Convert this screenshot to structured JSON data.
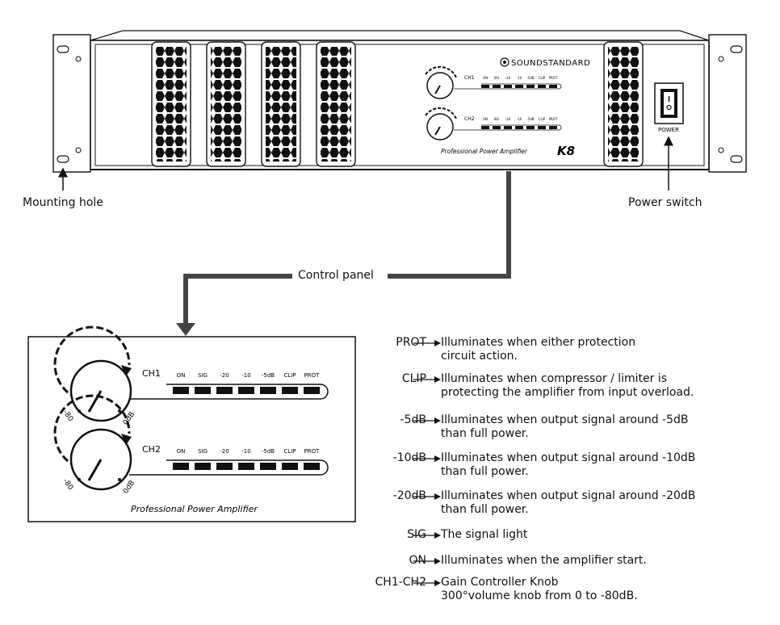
{
  "amplifier": {
    "brand": "SOUNDSTANDARD",
    "model": "K8",
    "subtitle": "Professional Power Amplifier",
    "power_label": "POWER",
    "channels": [
      "CH1",
      "CH2"
    ],
    "indicators": [
      "ON",
      "SIG",
      "-20",
      "-10",
      "-5dB",
      "CLIP",
      "PROT"
    ],
    "knob_min": "-80",
    "knob_max": "0dB"
  },
  "callouts": {
    "mounting_hole": "Mounting hole",
    "power_switch": "Power switch",
    "control_panel": "Control panel"
  },
  "legend": [
    {
      "key": "PROT",
      "desc": "Illuminates when either protection\ncircuit action."
    },
    {
      "key": "CLIP",
      "desc": "Illuminates when compressor / limiter is\nprotecting the amplifier from input overload."
    },
    {
      "key": "-5dB",
      "desc": "Illuminates when output signal around -5dB\nthan full power."
    },
    {
      "key": "-10dB",
      "desc": "Illuminates when output signal around -10dB\nthan full power."
    },
    {
      "key": "-20dB",
      "desc": "Illuminates when output signal around -20dB\nthan full power."
    },
    {
      "key": "SIG",
      "desc": "The signal light"
    },
    {
      "key": "ON",
      "desc": "Illuminates when the amplifier start."
    },
    {
      "key": "CH1-CH2",
      "desc": "Gain Controller Knob\n300°volume knob from 0 to -80dB."
    }
  ]
}
